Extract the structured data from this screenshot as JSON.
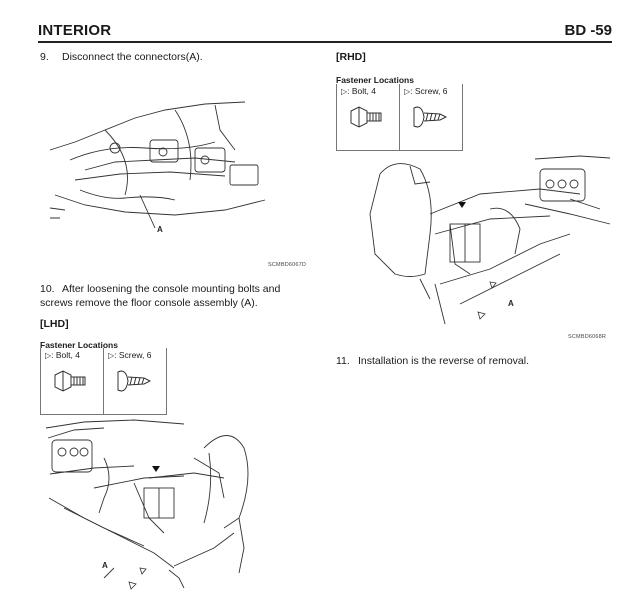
{
  "header": {
    "title": "INTERIOR",
    "page": "BD -59"
  },
  "left": {
    "step9": {
      "num": "9.",
      "text": "Disconnect the connectors(A)."
    },
    "figure1": {
      "callout": "A",
      "code": "SCMBD6067D"
    },
    "step10": {
      "num": "10.",
      "text": "After loosening the console mounting bolts and screws remove the floor console assembly (A)."
    },
    "section": "[LHD]",
    "fastener_title": "Fastener Locations",
    "fasteners": [
      {
        "label": ": Bolt, 4",
        "icon": "bolt-icon"
      },
      {
        "label": ": Screw, 6",
        "icon": "screw-icon"
      }
    ],
    "figure2": {
      "callout": "A"
    }
  },
  "right": {
    "section": "[RHD]",
    "fastener_title": "Fastener Locations",
    "fasteners": [
      {
        "label": ": Bolt, 4",
        "icon": "bolt-icon"
      },
      {
        "label": ": Screw, 6",
        "icon": "screw-icon"
      }
    ],
    "figure": {
      "callout": "A",
      "code": "SCMBD6068R"
    },
    "step11": {
      "num": "11.",
      "text": "Installation is the reverse of removal."
    }
  },
  "symbols": {
    "triangle": "▷"
  }
}
